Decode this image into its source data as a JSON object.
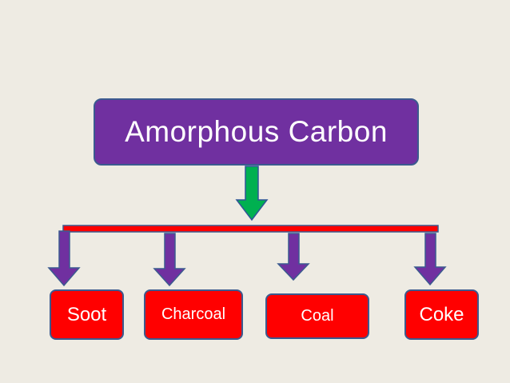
{
  "diagram": {
    "root": {
      "label": "Amorphous Carbon",
      "color": "#7030a0"
    },
    "children": [
      {
        "label": "Soot",
        "color": "#ff0000"
      },
      {
        "label": "Charcoal",
        "color": "#ff0000"
      },
      {
        "label": "Coal",
        "color": "#ff0000"
      },
      {
        "label": "Coke",
        "color": "#ff0000"
      }
    ],
    "colors": {
      "background": "#eeebe3",
      "root_arrow": "#00b050",
      "branch_bar": "#ff0000",
      "branch_arrows": "#7030a0",
      "box_border": "#3b5a8f"
    }
  }
}
